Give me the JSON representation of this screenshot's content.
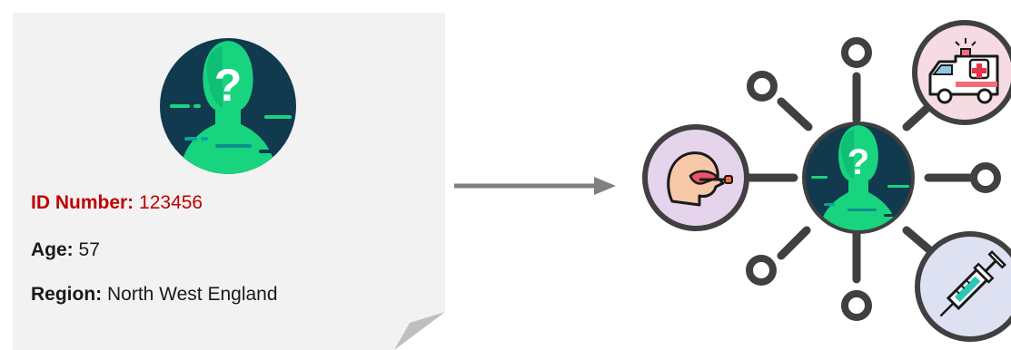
{
  "patient_card": {
    "avatar_icon": "anonymous-person-icon",
    "fields": [
      {
        "key": "id_number",
        "label": "ID Number:",
        "value": "123456",
        "color": "#c00000"
      },
      {
        "key": "age",
        "label": "Age:",
        "value": "57",
        "color": "#1a1a1a"
      },
      {
        "key": "region",
        "label": "Region:",
        "value": "North West England",
        "color": "#1a1a1a"
      }
    ]
  },
  "arrow": {
    "color": "#808080"
  },
  "network": {
    "center_icon": "anonymous-person-icon",
    "nodes": [
      {
        "name": "covid-test-swab-icon",
        "fill": "#e6d4ec"
      },
      {
        "name": "ambulance-icon",
        "fill": "#f6dbe2"
      },
      {
        "name": "vaccine-syringe-icon",
        "fill": "#dde1f1"
      }
    ],
    "colors": {
      "avatar_bg": "#113a4e",
      "avatar_figure": "#18d47f",
      "outline": "#404040"
    }
  }
}
